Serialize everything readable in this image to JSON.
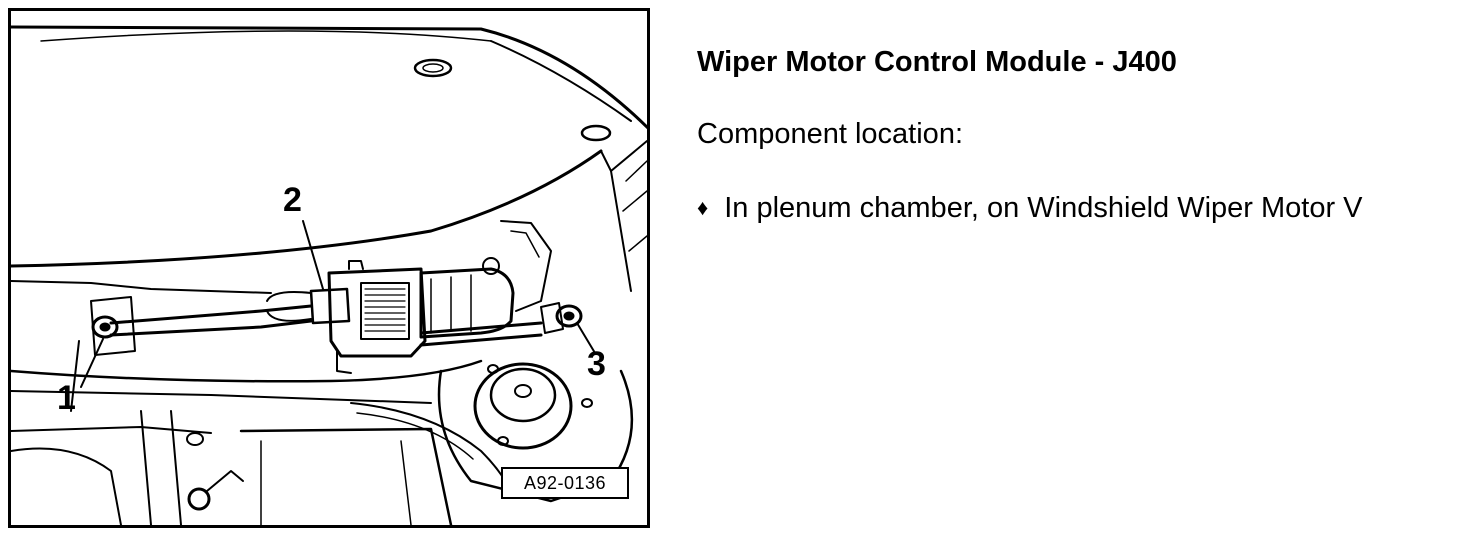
{
  "heading": "Wiper Motor Control Module - J400",
  "section_label": "Component location:",
  "location_item": {
    "bullet": "♦",
    "text": "In plenum chamber, on Windshield Wiper Motor V"
  },
  "figure": {
    "id": "A92-0136",
    "callouts": [
      "1",
      "2",
      "3"
    ]
  }
}
